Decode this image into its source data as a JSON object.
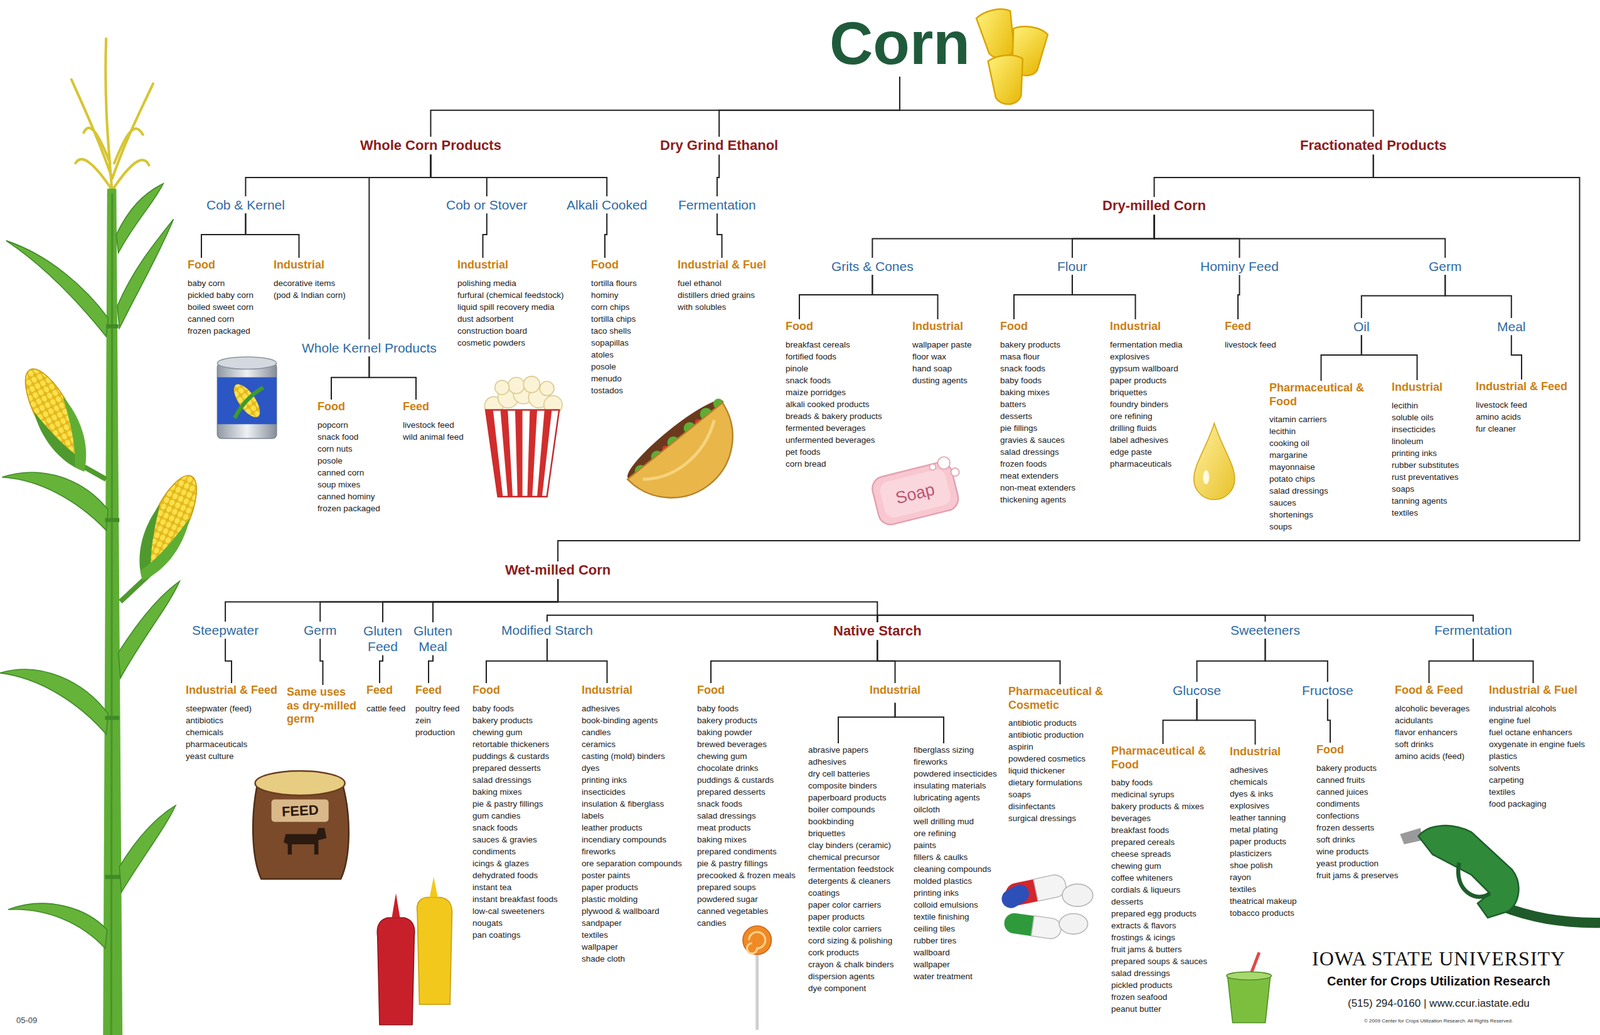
{
  "diagram": {
    "nodes": [
      {
        "text": [
          "Corn"
        ]
      },
      {
        "text": [
          "Whole Corn Products"
        ]
      },
      {
        "text": [
          "Dry Grind Ethanol"
        ]
      },
      {
        "text": [
          "Fractionated Products"
        ]
      },
      {
        "text": [
          "Cob & Kernel"
        ]
      },
      {
        "text": [
          "Food",
          "baby corn",
          "pickled baby corn",
          "boiled sweet corn",
          "canned corn",
          "frozen packaged"
        ]
      },
      {
        "text": [
          "Industrial",
          "decorative items (pod & Indian corn)"
        ]
      },
      {
        "text": [
          "Whole Kernel Products"
        ]
      },
      {
        "text": [
          "Food",
          "popcorn",
          "snack food",
          "corn nuts",
          "posole",
          "canned corn",
          "soup mixes",
          "canned hominy",
          "frozen packaged"
        ]
      },
      {
        "text": [
          "Feed",
          "livestock feed",
          "wild animal feed"
        ]
      },
      {
        "text": [
          "Cob or Stover"
        ]
      },
      {
        "text": [
          "Industrial",
          "polishing media",
          "furfural (chemical feedstock)",
          "liquid spill recovery media",
          "dust adsorbent",
          "construction board",
          "cosmetic powders"
        ]
      },
      {
        "text": [
          "Alkali Cooked"
        ]
      },
      {
        "text": [
          "Food",
          "tortilla flours",
          "hominy",
          "corn chips",
          "tortilla chips",
          "taco shells",
          "sopapillas",
          "atoles",
          "posole",
          "menudo",
          "tostados"
        ]
      },
      {
        "text": [
          "Fermentation"
        ]
      },
      {
        "text": [
          "Industrial & Fuel",
          "fuel ethanol",
          "distillers dried grains with solubles"
        ]
      },
      {
        "text": [
          "Dry-milled Corn"
        ]
      },
      {
        "text": [
          "Grits & Cones"
        ]
      },
      {
        "text": [
          "Food",
          "breakfast cereals",
          "fortified foods",
          "pinole",
          "snack foods",
          "maize porridges",
          "alkali cooked products",
          "breads & bakery products",
          "fermented beverages",
          "unfermented beverages",
          "pet foods",
          "corn bread"
        ]
      },
      {
        "text": [
          "Industrial",
          "wallpaper paste",
          "floor wax",
          "hand soap",
          "dusting agents"
        ]
      },
      {
        "text": [
          "Flour"
        ]
      },
      {
        "text": [
          "Food",
          "bakery products",
          "masa flour",
          "snack foods",
          "baby foods",
          "baking mixes",
          "batters",
          "desserts",
          "pie fillings",
          "gravies & sauces",
          "salad dressings",
          "frozen foods",
          "meat extenders",
          "non-meat extenders",
          "thickening agents"
        ]
      },
      {
        "text": [
          "Industrial",
          "fermentation media",
          "explosives",
          "gypsum wallboard",
          "paper products",
          "briquettes",
          "foundry binders",
          "ore refining",
          "drilling fluids",
          "label adhesives",
          "edge paste",
          "pharmaceuticals"
        ]
      },
      {
        "text": [
          "Hominy Feed"
        ]
      },
      {
        "text": [
          "Feed",
          "livestock feed"
        ]
      },
      {
        "text": [
          "Germ"
        ]
      },
      {
        "text": [
          "Oil"
        ]
      },
      {
        "text": [
          "Pharmaceutical & Food",
          "vitamin carriers",
          "lecithin",
          "cooking oil",
          "margarine",
          "mayonnaise",
          "potato chips",
          "salad dressings",
          "sauces",
          "shortenings",
          "soups"
        ]
      },
      {
        "text": [
          "Industrial",
          "lecithin",
          "soluble oils",
          "insecticides",
          "linoleum",
          "printing inks",
          "rubber substitutes",
          "rust preventatives",
          "soaps",
          "tanning agents",
          "textiles"
        ]
      },
      {
        "text": [
          "Meal"
        ]
      },
      {
        "text": [
          "Industrial & Feed",
          "livestock feed",
          "amino acids",
          "fur cleaner"
        ]
      },
      {
        "text": [
          "Wet-milled Corn"
        ]
      },
      {
        "text": [
          "Steepwater"
        ]
      },
      {
        "text": [
          "Industrial & Feed",
          "steepwater (feed)",
          "antibiotics",
          "chemicals",
          "pharmaceuticals",
          "yeast culture"
        ]
      },
      {
        "text": [
          "Germ"
        ]
      },
      {
        "text": [
          "Same uses as dry-milled germ"
        ]
      },
      {
        "text": [
          "Gluten Feed"
        ]
      },
      {
        "text": [
          "Feed",
          "cattle feed"
        ]
      },
      {
        "text": [
          "Gluten Meal"
        ]
      },
      {
        "text": [
          "Feed",
          "poultry feed",
          "zein production"
        ]
      },
      {
        "text": [
          "Native Starch"
        ]
      },
      {
        "text": [
          "Modified Starch"
        ]
      },
      {
        "text": [
          "Food",
          "baby foods",
          "bakery products",
          "chewing gum",
          "retortable thickeners",
          "puddings & custards",
          "prepared desserts",
          "salad dressings",
          "baking mixes",
          "pie & pastry fillings",
          "gum candies",
          "snack foods",
          "sauces & gravies",
          "condiments",
          "icings & glazes",
          "dehydrated foods",
          "instant tea",
          "instant breakfast foods",
          "low-cal sweeteners",
          "nougats",
          "pan coatings"
        ]
      },
      {
        "text": [
          "Industrial",
          "adhesives",
          "book-binding agents",
          "candles",
          "ceramics",
          "casting (mold) binders",
          "dyes",
          "printing inks",
          "insecticides",
          "insulation & fiberglass",
          "labels",
          "leather products",
          "incendiary compounds",
          "fireworks",
          "ore separation compounds",
          "poster paints",
          "paper products",
          "plastic molding",
          "plywood & wallboard",
          "sandpaper",
          "textiles",
          "wallpaper",
          "shade cloth"
        ]
      },
      {
        "text": [
          "Food",
          "baby foods",
          "bakery products",
          "baking powder",
          "brewed beverages",
          "chewing gum",
          "chocolate drinks",
          "puddings & custards",
          "prepared desserts",
          "snack foods",
          "salad dressings",
          "meat products",
          "baking mixes",
          "prepared condiments",
          "pie & pastry fillings",
          "precooked & frozen meals",
          "prepared soups",
          "powdered sugar",
          "canned vegetables",
          "candies"
        ]
      },
      {
        "text": [
          "Industrial"
        ]
      },
      {
        "text": [
          "abrasive papers",
          "adhesives",
          "dry cell batteries",
          "composite binders",
          "paperboard products",
          "boiler compounds",
          "bookbinding",
          "briquettes",
          "clay binders (ceramic)",
          "chemical precursor",
          "fermentation feedstock",
          "detergents & cleaners",
          "coatings",
          "paper color carriers",
          "paper products",
          "textile color carriers",
          "cord sizing & polishing",
          "cork products",
          "crayon & chalk binders",
          "dispersion agents",
          "dye component"
        ]
      },
      {
        "text": [
          "fiberglass sizing",
          "fireworks",
          "powdered insecticides",
          "insulating materials",
          "lubricating agents",
          "oilcloth",
          "well drilling mud",
          "ore refining",
          "paints",
          "fillers & caulks",
          "cleaning compounds",
          "molded plastics",
          "printing inks",
          "colloid emulsions",
          "textile finishing",
          "ceiling tiles",
          "rubber tires",
          "wallboard",
          "wallpaper",
          "water treatment"
        ]
      },
      {
        "text": [
          "Pharmaceutical & Cosmetic",
          "antibiotic products",
          "antibiotic production",
          "aspirin",
          "powdered cosmetics",
          "liquid thickener",
          "dietary formulations",
          "soaps",
          "disinfectants",
          "surgical dressings"
        ]
      },
      {
        "text": [
          "Sweeteners"
        ]
      },
      {
        "text": [
          "Glucose"
        ]
      },
      {
        "text": [
          "Pharmaceutical & Food",
          "baby foods",
          "medicinal syrups",
          "bakery products & mixes",
          "beverages",
          "breakfast foods",
          "prepared cereals",
          "cheese spreads",
          "chewing gum",
          "coffee whiteners",
          "cordials & liqueurs",
          "desserts",
          "prepared egg products",
          "extracts & flavors",
          "frostings & icings",
          "fruit jams & butters",
          "prepared soups & sauces",
          "salad dressings",
          "pickled products",
          "frozen seafood",
          "peanut butter"
        ]
      },
      {
        "text": [
          "Industrial",
          "adhesives",
          "chemicals",
          "dyes & inks",
          "explosives",
          "leather tanning",
          "metal plating",
          "paper products",
          "plasticizers",
          "shoe polish",
          "rayon",
          "textiles",
          "theatrical makeup",
          "tobacco products"
        ]
      },
      {
        "text": [
          "Fructose"
        ]
      },
      {
        "text": [
          "Food",
          "bakery products",
          "canned fruits",
          "canned juices",
          "condiments",
          "confections",
          "frozen desserts",
          "soft drinks",
          "wine products",
          "yeast production",
          "fruit jams & preserves"
        ]
      },
      {
        "text": [
          "Fermentation"
        ]
      },
      {
        "text": [
          "Food & Feed",
          "alcoholic beverages",
          "acidulants",
          "flavor enhancers",
          "soft drinks",
          "amino acids (feed)"
        ]
      },
      {
        "text": [
          "Industrial & Fuel",
          "industrial alcohols",
          "engine fuel",
          "fuel octane enhancers",
          "oxygenate in engine fuels",
          "plastics",
          "solvents",
          "carpeting",
          "textiles",
          "food packaging"
        ]
      }
    ],
    "edges": [
      {
        "from": 0,
        "to": 1,
        "arrow": "none"
      },
      {
        "from": 0,
        "to": 2,
        "arrow": "none"
      },
      {
        "from": 0,
        "to": 3,
        "arrow": "none"
      },
      {
        "from": 1,
        "to": 4,
        "arrow": "none"
      },
      {
        "from": 1,
        "to": 7,
        "arrow": "none"
      },
      {
        "from": 1,
        "to": 10,
        "arrow": "none"
      },
      {
        "from": 1,
        "to": 12,
        "arrow": "none"
      },
      {
        "from": 4,
        "to": 5,
        "arrow": "none"
      },
      {
        "from": 4,
        "to": 6,
        "arrow": "none"
      },
      {
        "from": 7,
        "to": 8,
        "arrow": "none"
      },
      {
        "from": 7,
        "to": 9,
        "arrow": "none"
      },
      {
        "from": 10,
        "to": 11,
        "arrow": "none"
      },
      {
        "from": 12,
        "to": 13,
        "arrow": "none"
      },
      {
        "from": 2,
        "to": 14,
        "arrow": "none"
      },
      {
        "from": 14,
        "to": 15,
        "arrow": "none"
      },
      {
        "from": 3,
        "to": 16,
        "arrow": "none"
      },
      {
        "from": 3,
        "to": 31,
        "arrow": "none"
      },
      {
        "from": 16,
        "to": 17,
        "arrow": "none"
      },
      {
        "from": 16,
        "to": 20,
        "arrow": "none"
      },
      {
        "from": 16,
        "to": 23,
        "arrow": "none"
      },
      {
        "from": 16,
        "to": 25,
        "arrow": "none"
      },
      {
        "from": 17,
        "to": 18,
        "arrow": "none"
      },
      {
        "from": 17,
        "to": 19,
        "arrow": "none"
      },
      {
        "from": 20,
        "to": 21,
        "arrow": "none"
      },
      {
        "from": 20,
        "to": 22,
        "arrow": "none"
      },
      {
        "from": 23,
        "to": 24,
        "arrow": "none"
      },
      {
        "from": 25,
        "to": 26,
        "arrow": "none"
      },
      {
        "from": 25,
        "to": 29,
        "arrow": "none"
      },
      {
        "from": 26,
        "to": 27,
        "arrow": "none"
      },
      {
        "from": 26,
        "to": 28,
        "arrow": "none"
      },
      {
        "from": 29,
        "to": 30,
        "arrow": "none"
      },
      {
        "from": 31,
        "to": 32,
        "arrow": "none"
      },
      {
        "from": 31,
        "to": 34,
        "arrow": "none"
      },
      {
        "from": 31,
        "to": 36,
        "arrow": "none"
      },
      {
        "from": 31,
        "to": 38,
        "arrow": "none"
      },
      {
        "from": 31,
        "to": 40,
        "arrow": "none"
      },
      {
        "from": 32,
        "to": 33,
        "arrow": "none"
      },
      {
        "from": 34,
        "to": 35,
        "arrow": "none"
      },
      {
        "from": 36,
        "to": 37,
        "arrow": "none"
      },
      {
        "from": 38,
        "to": 39,
        "arrow": "none"
      },
      {
        "from": 40,
        "to": 41,
        "arrow": "none"
      },
      {
        "from": 40,
        "to": 49,
        "arrow": "none"
      },
      {
        "from": 40,
        "to": 55,
        "arrow": "none"
      },
      {
        "from": 41,
        "to": 42,
        "arrow": "none"
      },
      {
        "from": 41,
        "to": 43,
        "arrow": "none"
      },
      {
        "from": 40,
        "to": 44,
        "arrow": "none"
      },
      {
        "from": 40,
        "to": 45,
        "arrow": "none"
      },
      {
        "from": 40,
        "to": 48,
        "arrow": "none"
      },
      {
        "from": 45,
        "to": 46,
        "arrow": "none"
      },
      {
        "from": 45,
        "to": 47,
        "arrow": "none"
      },
      {
        "from": 49,
        "to": 50,
        "arrow": "none"
      },
      {
        "from": 49,
        "to": 53,
        "arrow": "none"
      },
      {
        "from": 50,
        "to": 51,
        "arrow": "none"
      },
      {
        "from": 50,
        "to": 52,
        "arrow": "none"
      },
      {
        "from": 53,
        "to": 54,
        "arrow": "none"
      },
      {
        "from": 55,
        "to": 56,
        "arrow": "none"
      },
      {
        "from": 55,
        "to": 57,
        "arrow": "none"
      }
    ],
    "labels": [
      "Soap",
      "FEED",
      "IOWA STATE UNIVERSITY",
      "Center for Crops Utilization Research",
      "(515) 294-0160 | www.ccur.iastate.edu",
      "© 2009 Center for Crops Utilization Research. All Rights Reserved.",
      "05-09"
    ]
  }
}
